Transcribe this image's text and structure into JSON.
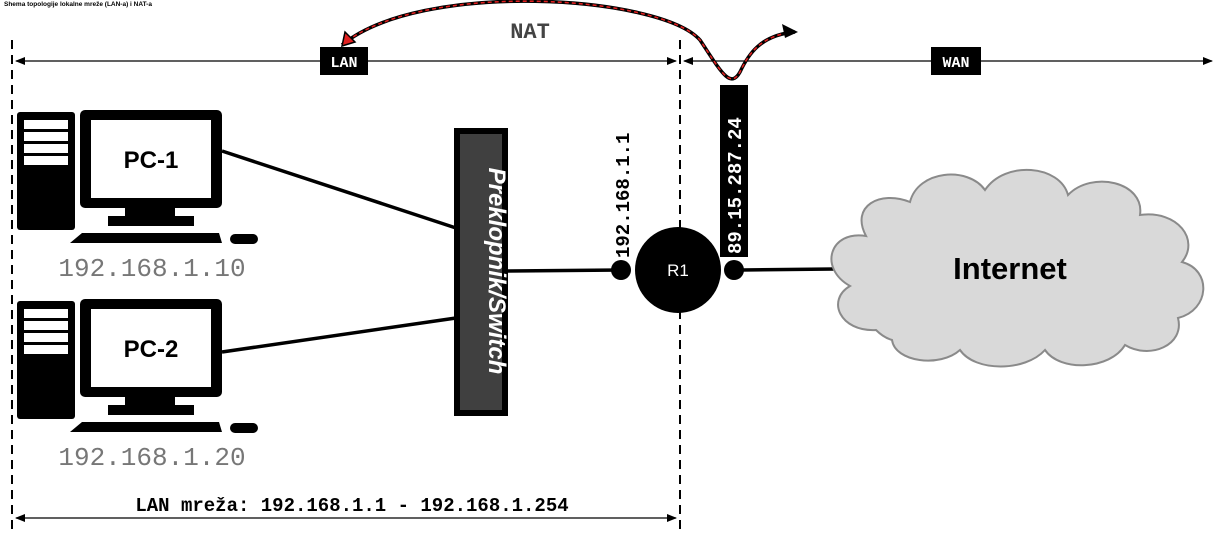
{
  "caption": "Shema topologije lokalne mreže (LAN-a) i NAT-a",
  "nat_label": "NAT",
  "lan_tag": "LAN",
  "wan_tag": "WAN",
  "pcs": [
    {
      "label": "PC-1",
      "ip": "192.168.1.10"
    },
    {
      "label": "PC-2",
      "ip": "192.168.1.20"
    }
  ],
  "switch_label": "Preklopnik/Switch",
  "router_label": "R1",
  "router_lan_ip": "192.168.1.1",
  "router_wan_ip": "89.15.287.24",
  "cloud_label": "Internet",
  "lan_range": "LAN mreža: 192.168.1.1 - 192.168.1.254",
  "colors": {
    "cloud_fill": "#d9d9d9",
    "switch_fill": "#404040",
    "nat_arrow_red": "#e02020",
    "nat_label": "#444444",
    "ip_text": "#777777"
  }
}
